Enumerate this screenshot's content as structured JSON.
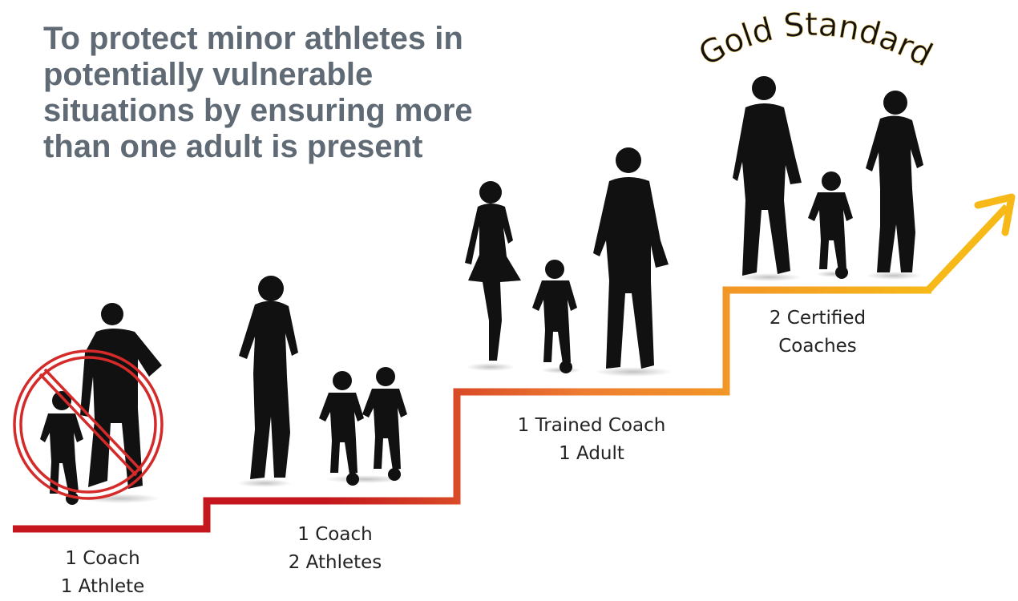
{
  "headline": {
    "lines": [
      "To protect minor athletes in",
      "potentially vulnerable",
      "situations by ensuring more",
      "than one adult is present"
    ]
  },
  "gold_standard": "Gold Standard",
  "steps": [
    {
      "lines": [
        "1 Coach",
        "1 Athlete"
      ]
    },
    {
      "lines": [
        "1 Coach",
        "2 Athletes"
      ]
    },
    {
      "lines": [
        "1 Trained Coach",
        "1 Adult"
      ]
    },
    {
      "lines": [
        "2 Certified",
        "Coaches"
      ]
    }
  ],
  "colors": {
    "headline": "#5f6a75",
    "stair_red": "#c4161c",
    "stair_orange": "#ee7d31",
    "stair_yellow": "#f7b918",
    "prohibition": "#d42a2a",
    "silhouette": "#111111",
    "title_glow": "#e8c15a"
  },
  "icons": [
    "prohibition-icon",
    "arrow-up-right-icon"
  ]
}
